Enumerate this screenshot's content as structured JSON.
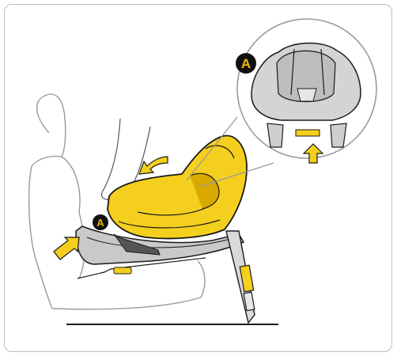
{
  "figure": {
    "callouts": [
      {
        "label": "A",
        "target": "isofix-connector-on-base"
      },
      {
        "label": "A",
        "target": "release-handle-under-seat"
      }
    ],
    "icons": [
      "push-arrow-icon",
      "rotate-arrow-icon",
      "up-arrow-icon"
    ],
    "colors": {
      "seat_yellow": "#f5cf1e",
      "seat_yellow_dark": "#d9a900",
      "seat_outline": "#1a1a1a",
      "base_grey": "#bfbfbf",
      "badge_black": "#111111",
      "badge_text": "#f2b705",
      "arrow_fill": "#f5cf1e",
      "line_grey": "#9a9a9a"
    }
  }
}
